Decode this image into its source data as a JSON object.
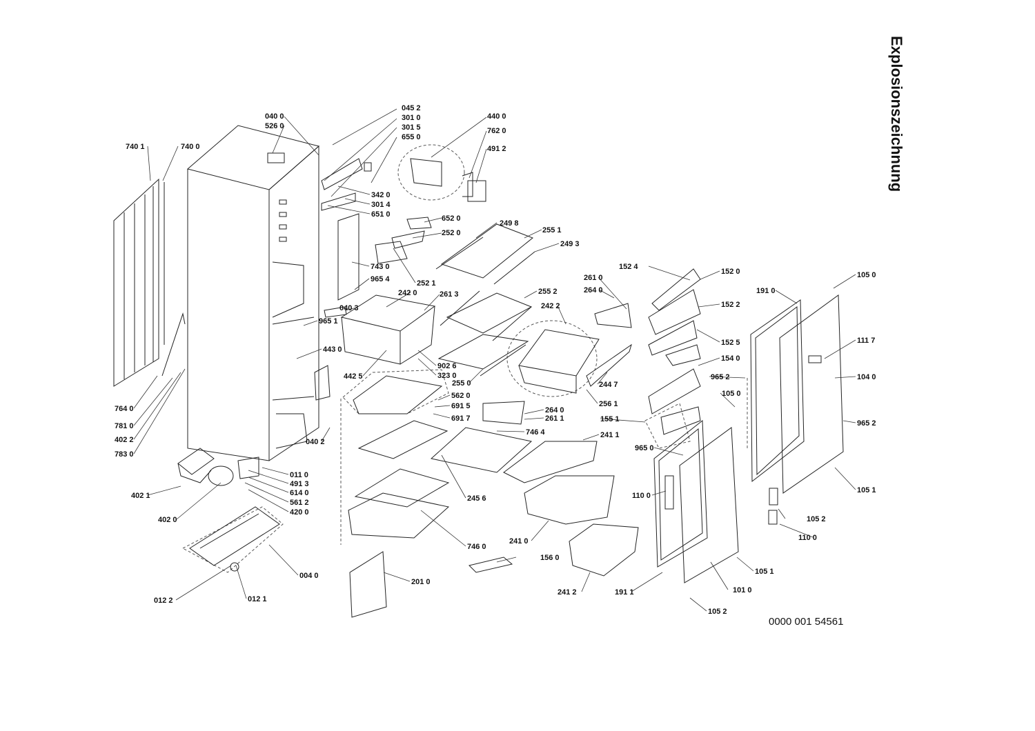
{
  "title": "Explosionszeichnung",
  "document_number": "0000 001 54561",
  "part_labels": [
    "040 0",
    "526 0",
    "045 2",
    "301 0",
    "301 5",
    "655 0",
    "440 0",
    "762 0",
    "491 2",
    "740 1",
    "740 0",
    "342 0",
    "301 4",
    "651 0",
    "652 0",
    "252 0",
    "249 8",
    "255 1",
    "249 3",
    "743 0",
    "965 4",
    "252 1",
    "040 3",
    "242 0",
    "261 3",
    "255 2",
    "242 2",
    "261 0",
    "264 0",
    "152 4",
    "152 0",
    "152 2",
    "152 5",
    "154 0",
    "191 0",
    "105 0",
    "111 7",
    "104 0",
    "965 1",
    "443 0",
    "442 5",
    "902 6",
    "323 0",
    "255 0",
    "244 7",
    "256 1",
    "562 0",
    "691 5",
    "691 7",
    "264 0",
    "261 1",
    "746 4",
    "155 1",
    "241 1",
    "965 2",
    "105 0",
    "965 2",
    "965 0",
    "110 0",
    "105 1",
    "764 0",
    "781 0",
    "402 2",
    "783 0",
    "040 2",
    "011 0",
    "491 3",
    "614 0",
    "561 2",
    "420 0",
    "402 1",
    "402 0",
    "245 6",
    "746 0",
    "241 0",
    "105 2",
    "110 0",
    "156 0",
    "004 0",
    "012 2",
    "012 1",
    "201 0",
    "241 2",
    "191 1",
    "101 0",
    "105 1",
    "105 2"
  ]
}
